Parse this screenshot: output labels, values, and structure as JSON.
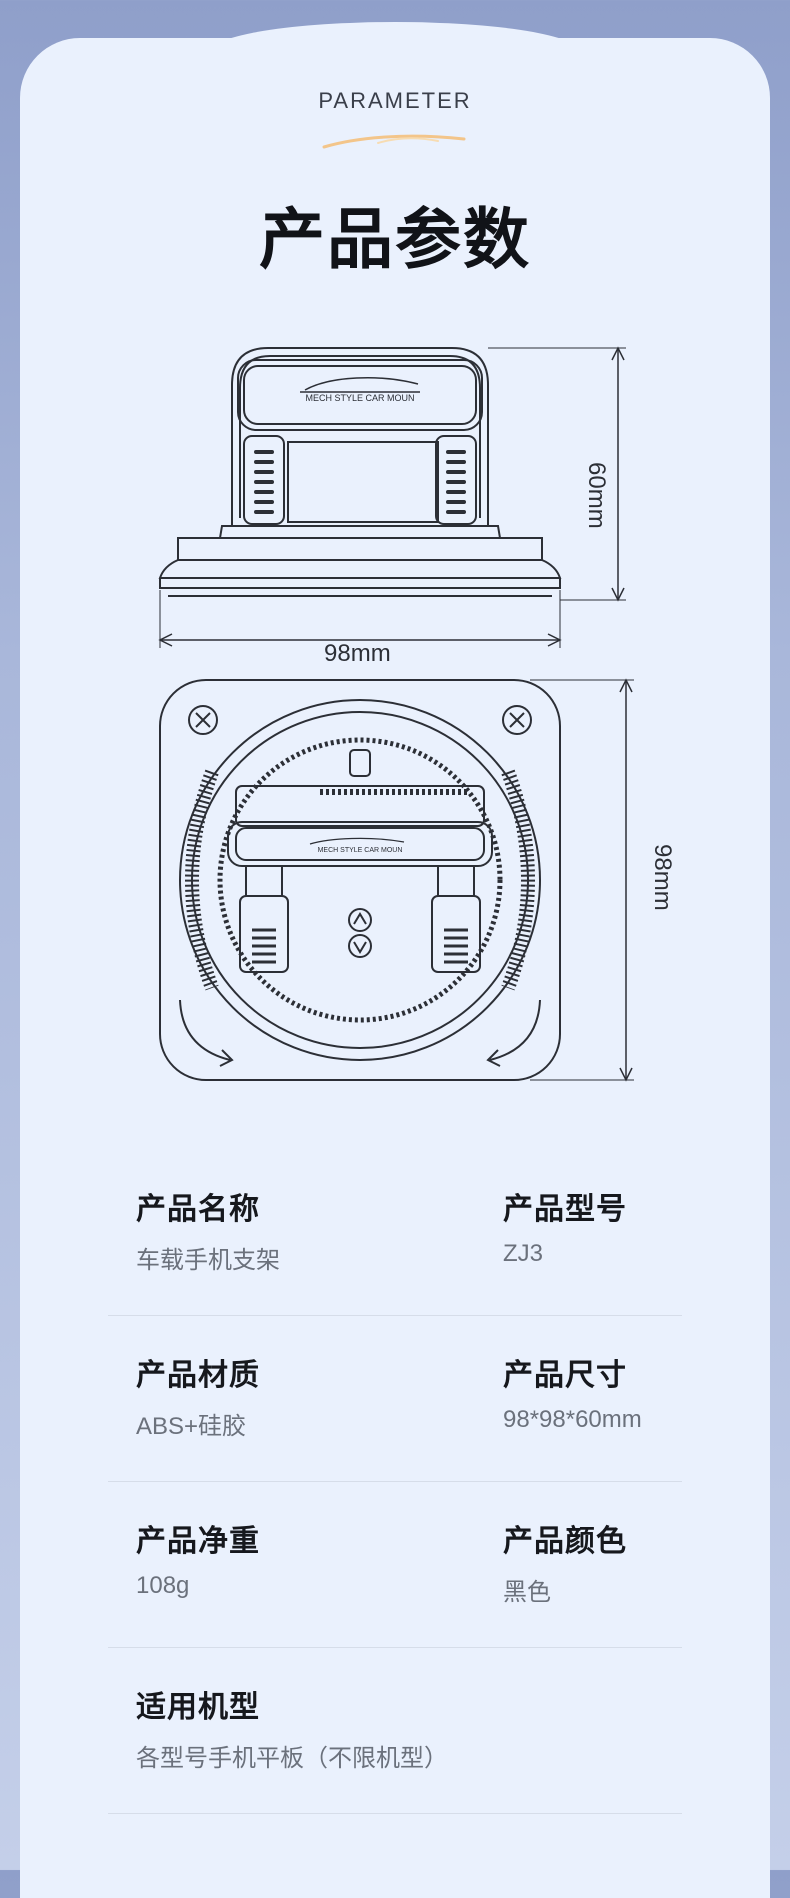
{
  "header": {
    "eyebrow": "PARAMETER",
    "title": "产品参数"
  },
  "drawing": {
    "brand_text": "MECH STYLE CAR MOUN",
    "width_label": "98mm",
    "side_height_label": "60mm",
    "top_depth_label": "98mm"
  },
  "specs": [
    {
      "left": {
        "label": "产品名称",
        "value": "车载手机支架"
      },
      "right": {
        "label": "产品型号",
        "value": "ZJ3"
      }
    },
    {
      "left": {
        "label": "产品材质",
        "value": "ABS+硅胶"
      },
      "right": {
        "label": "产品尺寸",
        "value": "98*98*60mm"
      }
    },
    {
      "left": {
        "label": "产品净重",
        "value": "108g"
      },
      "right": {
        "label": "产品颜色",
        "value": "黑色"
      }
    },
    {
      "left": {
        "label": "适用机型",
        "value": "各型号手机平板（不限机型）"
      }
    }
  ],
  "colors": {
    "background": "#a9b7da",
    "card": "#eaf1fd",
    "line": "#2c2f36",
    "accent": "#f3c58a"
  }
}
